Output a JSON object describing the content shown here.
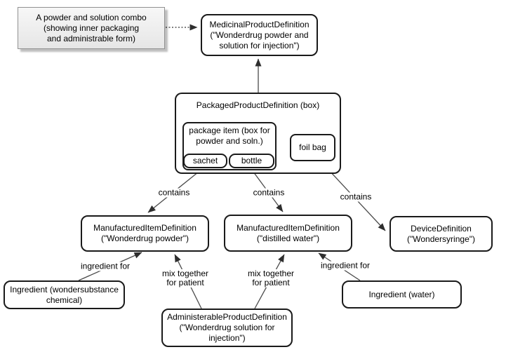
{
  "diagram": {
    "note": "A powder and solution combo\n(showing inner packaging\nand administrable form)",
    "nodes": {
      "medicinal_product": "MedicinalProductDefinition\n(\"Wonderdrug powder and\nsolution for injection\")",
      "packaged_product_title": "PackagedProductDefinition (box)",
      "package_item": "package item (box for\npowder and soln.)",
      "sachet": "sachet",
      "bottle": "bottle",
      "foil_bag": "foil bag",
      "manufactured_item_powder": "ManufacturedItemDefinition\n(\"Wonderdrug powder\")",
      "manufactured_item_water": "ManufacturedItemDefinition\n(\"distilled water\")",
      "device": "DeviceDefinition\n(\"Wondersyringe\")",
      "ingredient_chemical": "Ingredient (wondersubstance\nchemical)",
      "administerable_product": "AdministerableProductDefinition\n(\"Wonderdrug solution for\ninjection\")",
      "ingredient_water": "Ingredient (water)"
    },
    "edge_labels": {
      "contains_powder": "contains",
      "contains_water": "contains",
      "contains_device": "contains",
      "ingredient_for_chemical": "ingredient for",
      "mix_together_powder": "mix together\nfor patient",
      "mix_together_water": "mix together\nfor patient",
      "ingredient_for_water": "ingredient for"
    },
    "colors": {
      "background": "#ffffff",
      "node_fill": "#ffffff",
      "node_border": "#1a1a1a",
      "edge_line": "#4a4a4a",
      "arrowhead": "#2e2e2e",
      "note_fill": "#ededed",
      "note_border": "#919191",
      "text": "#000000"
    }
  }
}
